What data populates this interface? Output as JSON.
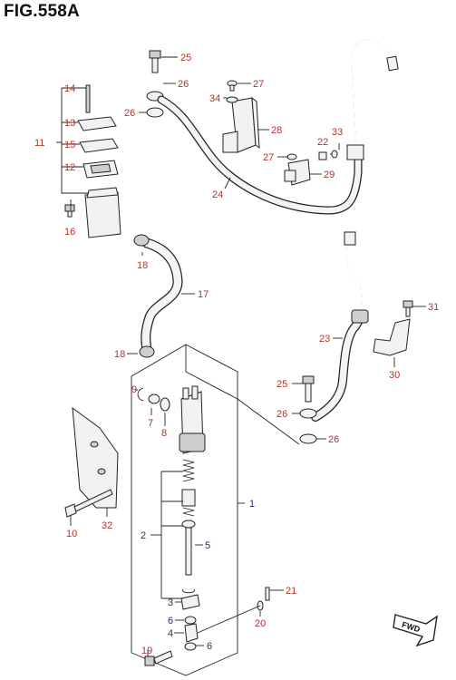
{
  "figure": {
    "title": "FIG.558A"
  },
  "callouts": [
    {
      "id": "25a",
      "text": "25"
    },
    {
      "id": "26a",
      "text": "26"
    },
    {
      "id": "26b",
      "text": "26"
    },
    {
      "id": "27a",
      "text": "27"
    },
    {
      "id": "34",
      "text": "34"
    },
    {
      "id": "28",
      "text": "28"
    },
    {
      "id": "33",
      "text": "33"
    },
    {
      "id": "22",
      "text": "22"
    },
    {
      "id": "27b",
      "text": "27"
    },
    {
      "id": "29",
      "text": "29"
    },
    {
      "id": "24",
      "text": "24"
    },
    {
      "id": "14",
      "text": "14"
    },
    {
      "id": "13",
      "text": "13"
    },
    {
      "id": "11",
      "text": "11"
    },
    {
      "id": "15",
      "text": "15"
    },
    {
      "id": "12",
      "text": "12"
    },
    {
      "id": "16",
      "text": "16"
    },
    {
      "id": "18a",
      "text": "18"
    },
    {
      "id": "17",
      "text": "17"
    },
    {
      "id": "18b",
      "text": "18"
    },
    {
      "id": "31",
      "text": "31"
    },
    {
      "id": "23",
      "text": "23"
    },
    {
      "id": "30",
      "text": "30"
    },
    {
      "id": "25b",
      "text": "25"
    },
    {
      "id": "26c",
      "text": "26"
    },
    {
      "id": "26d",
      "text": "26"
    },
    {
      "id": "9",
      "text": "9"
    },
    {
      "id": "7",
      "text": "7"
    },
    {
      "id": "8",
      "text": "8"
    },
    {
      "id": "1",
      "text": "1"
    },
    {
      "id": "10",
      "text": "10"
    },
    {
      "id": "32",
      "text": "32"
    },
    {
      "id": "2",
      "text": "2"
    },
    {
      "id": "5",
      "text": "5"
    },
    {
      "id": "3",
      "text": "3"
    },
    {
      "id": "21",
      "text": "21"
    },
    {
      "id": "6a",
      "text": "6"
    },
    {
      "id": "20",
      "text": "20"
    },
    {
      "id": "4",
      "text": "4"
    },
    {
      "id": "6b",
      "text": "6"
    },
    {
      "id": "19",
      "text": "19"
    }
  ],
  "fwd_badge": {
    "text": "FWD"
  },
  "colors": {
    "callout": "#b0332c",
    "callout_alt": "#1c2f5a",
    "line": "#222222"
  }
}
